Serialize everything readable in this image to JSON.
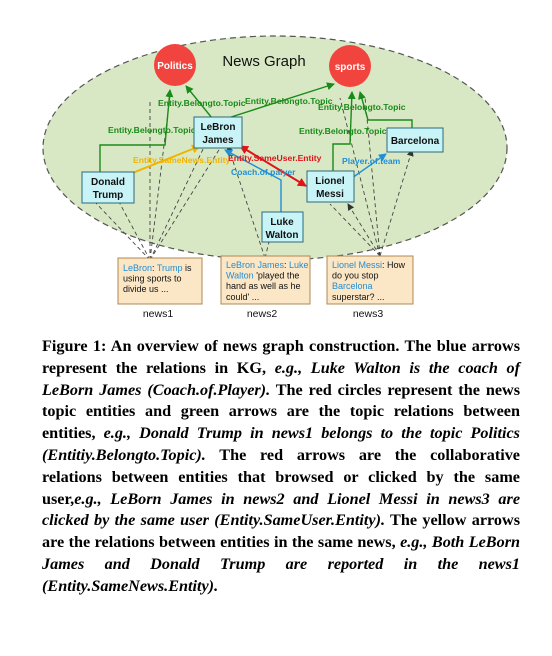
{
  "figure": {
    "graph_title": "News Graph",
    "topics": [
      {
        "id": "politics",
        "label": "Politics"
      },
      {
        "id": "sports",
        "label": "sports"
      }
    ],
    "entities": [
      {
        "id": "lebron",
        "label_lines": [
          "LeBron",
          "James"
        ]
      },
      {
        "id": "trump",
        "label_lines": [
          "Donald",
          "Trump"
        ]
      },
      {
        "id": "messi",
        "label_lines": [
          "Lionel",
          "Messi"
        ]
      },
      {
        "id": "barcelona",
        "label_lines": [
          "Barcelona"
        ]
      },
      {
        "id": "walton",
        "label_lines": [
          "Luke",
          "Walton"
        ]
      }
    ],
    "relation_labels": {
      "belongto_left_top": "Entity.Belongto.Topic",
      "belongto_left_mid": "Entity.Belongto.Topic",
      "belongto_right_top": "Entity.Belongto.Topic",
      "belongto_right_mid": "Entity.Belongto.Topic",
      "belongto_right_low": "Entity.Belongto.Topic",
      "same_news": "Entity.SameNews.Entity",
      "same_user": "Entity.SameUser.Entity",
      "coach": "Coach.of.palyer",
      "player_of_team": "Player.of.team"
    },
    "news": [
      {
        "id": "news1",
        "label": "news1",
        "lines": [
          [
            {
              "t": "LeBron",
              "c": "blue"
            },
            {
              "t": ": "
            },
            {
              "t": "Trump",
              "c": "blue"
            },
            {
              "t": " is"
            }
          ],
          [
            {
              "t": "using sports to"
            }
          ],
          [
            {
              "t": "divide us ..."
            }
          ]
        ]
      },
      {
        "id": "news2",
        "label": "news2",
        "lines": [
          [
            {
              "t": "LeBron James",
              "c": "blue"
            },
            {
              "t": ": "
            },
            {
              "t": "Luke",
              "c": "blue"
            }
          ],
          [
            {
              "t": "Walton",
              "c": "blue"
            },
            {
              "t": " 'played the"
            }
          ],
          [
            {
              "t": "hand as well as he"
            }
          ],
          [
            {
              "t": "could' ..."
            }
          ]
        ]
      },
      {
        "id": "news3",
        "label": "news3",
        "lines": [
          [
            {
              "t": "Lionel Messi",
              "c": "blue"
            },
            {
              "t": ": How"
            }
          ],
          [
            {
              "t": "do you stop"
            }
          ],
          [
            {
              "t": "Barcelona",
              "c": "blue"
            }
          ],
          [
            {
              "t": "superstar? ..."
            }
          ]
        ]
      }
    ],
    "colors": {
      "ellipse_fill": "#d9e8c4",
      "topic_fill": "#f2443f",
      "entity_fill": "#c8f4f8",
      "green": "#1a8a1a",
      "blue": "#1f8fd6",
      "red": "#e0121a",
      "yellow": "#f0b400",
      "news_fill": "#fbe6c6",
      "news_border": "#b08850"
    }
  },
  "caption": {
    "segments": [
      {
        "s": "lead",
        "t": "Figure 1: An overview of news graph construction. The blue arrows represent the relations in KG, "
      },
      {
        "s": "it",
        "t": "e.g.,  Luke Walton is the coach of LeBorn James (Coach.of.Player)."
      },
      {
        "s": "lead",
        "t": " The red circles represent the news topic entities and green arrows are the topic relations between entities, "
      },
      {
        "s": "it",
        "t": "e.g., Donald Trump in news1 belongs to the topic Politics (Entitiy.Belongto.Topic)."
      },
      {
        "s": "lead",
        "t": " The red arrows are the collaborative relations between entities that browsed or clicked by the same user,"
      },
      {
        "s": "it",
        "t": "e.g.,  LeBorn James in news2 and Lionel Messi in news3 are clicked by the same user (Entity.SameUser.Entity)."
      },
      {
        "s": "lead",
        "t": " The yellow arrows are the relations between entities in the same news, "
      },
      {
        "s": "it",
        "t": "e.g.,  Both LeBorn James and Donald Trump are reported in the news1 (Entity.SameNews.Entity)."
      }
    ]
  }
}
